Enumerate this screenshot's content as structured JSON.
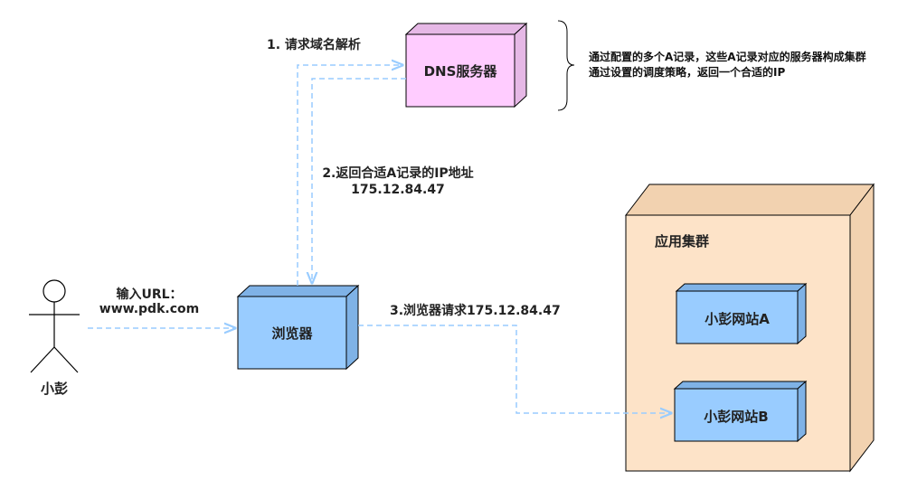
{
  "actor": {
    "name": "小彭"
  },
  "edges": {
    "user_to_browser": {
      "line1": "输入URL：",
      "line2": "www.pdk.com"
    },
    "dns_request": "1. 请求域名解析",
    "dns_response": {
      "line1": "2.返回合适A记录的IP地址",
      "line2": "175.12.84.47"
    },
    "browser_to_site": "3.浏览器请求175.12.84.47"
  },
  "nodes": {
    "dns": "DNS服务器",
    "browser": "浏览器",
    "cluster": "应用集群",
    "site_a": "小彭网站A",
    "site_b": "小彭网站B"
  },
  "annotation": {
    "line1": "通过配置的多个A记录，这些A记录对应的服务器构成集群",
    "line2": "通过设置的调度策略，返回一个合适的IP"
  },
  "colors": {
    "dns_fill": "#ffccff",
    "dns_side": "#e6b8e6",
    "browser_fill": "#99ccff",
    "browser_side": "#7fb2e6",
    "cluster_fill": "#fde3c8",
    "cluster_side": "#f2d2b0",
    "edge": "#99ccff"
  }
}
